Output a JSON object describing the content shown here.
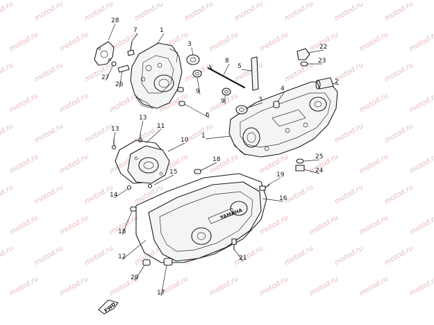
{
  "diagram": {
    "watermark": "motod.ru",
    "forward_marker": "FWD",
    "cover_logo": "YAMAHA",
    "callouts": [
      {
        "id": "c28",
        "label": "28"
      },
      {
        "id": "c7a",
        "label": "7"
      },
      {
        "id": "c1a",
        "label": "1"
      },
      {
        "id": "c3a",
        "label": "3"
      },
      {
        "id": "c27",
        "label": "27"
      },
      {
        "id": "c26",
        "label": "26"
      },
      {
        "id": "c9a",
        "label": "9"
      },
      {
        "id": "c8",
        "label": "8"
      },
      {
        "id": "c5",
        "label": "5"
      },
      {
        "id": "c22",
        "label": "22"
      },
      {
        "id": "c23",
        "label": "23"
      },
      {
        "id": "c2",
        "label": "2"
      },
      {
        "id": "c4",
        "label": "4"
      },
      {
        "id": "c9b",
        "label": "9"
      },
      {
        "id": "c3b",
        "label": "3"
      },
      {
        "id": "c6",
        "label": "6"
      },
      {
        "id": "c1b",
        "label": "1"
      },
      {
        "id": "c13a",
        "label": "13"
      },
      {
        "id": "c13b",
        "label": "13"
      },
      {
        "id": "c11",
        "label": "11"
      },
      {
        "id": "c10",
        "label": "10"
      },
      {
        "id": "c18a",
        "label": "18"
      },
      {
        "id": "c25",
        "label": "25"
      },
      {
        "id": "c24",
        "label": "24"
      },
      {
        "id": "c15",
        "label": "15"
      },
      {
        "id": "c14",
        "label": "14"
      },
      {
        "id": "c19",
        "label": "19"
      },
      {
        "id": "c16",
        "label": "16"
      },
      {
        "id": "c18b",
        "label": "18"
      },
      {
        "id": "c12",
        "label": "12"
      },
      {
        "id": "c21",
        "label": "21"
      },
      {
        "id": "c20",
        "label": "20"
      },
      {
        "id": "c17",
        "label": "17"
      }
    ]
  }
}
